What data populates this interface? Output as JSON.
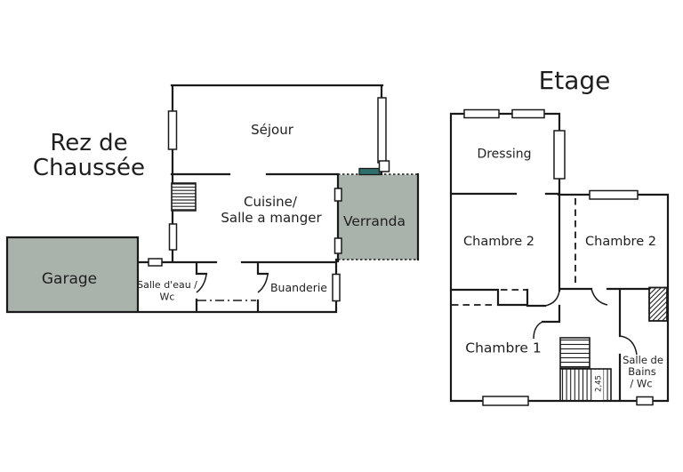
{
  "ground_floor": {
    "title": {
      "line1": "Rez de",
      "line2": "Chaussée"
    },
    "labels": {
      "sejour": "Séjour",
      "cuisine": {
        "line1": "Cuisine/",
        "line2": "Salle a manger"
      },
      "verranda": "Verranda",
      "garage": "Garage",
      "salle_eau": {
        "line1": "Salle d'eau /",
        "line2": "Wc"
      },
      "buanderie": "Buanderie"
    }
  },
  "upper_floor": {
    "title": "Etage",
    "labels": {
      "dressing": "Dressing",
      "chambre2_left": "Chambre 2",
      "chambre2_right": "Chambre 2",
      "chambre1": "Chambre 1",
      "salle_de_bains": {
        "line1": "Salle de",
        "line2": "Bains",
        "line3": "/ Wc"
      },
      "stair_dimension": "2,45"
    }
  },
  "colors": {
    "room_fill": "#a9b2ab",
    "verranda_accent": "#2f6f6e",
    "wall": "#1a1a1a",
    "text": "#1f1f1f",
    "background": "#ffffff"
  }
}
